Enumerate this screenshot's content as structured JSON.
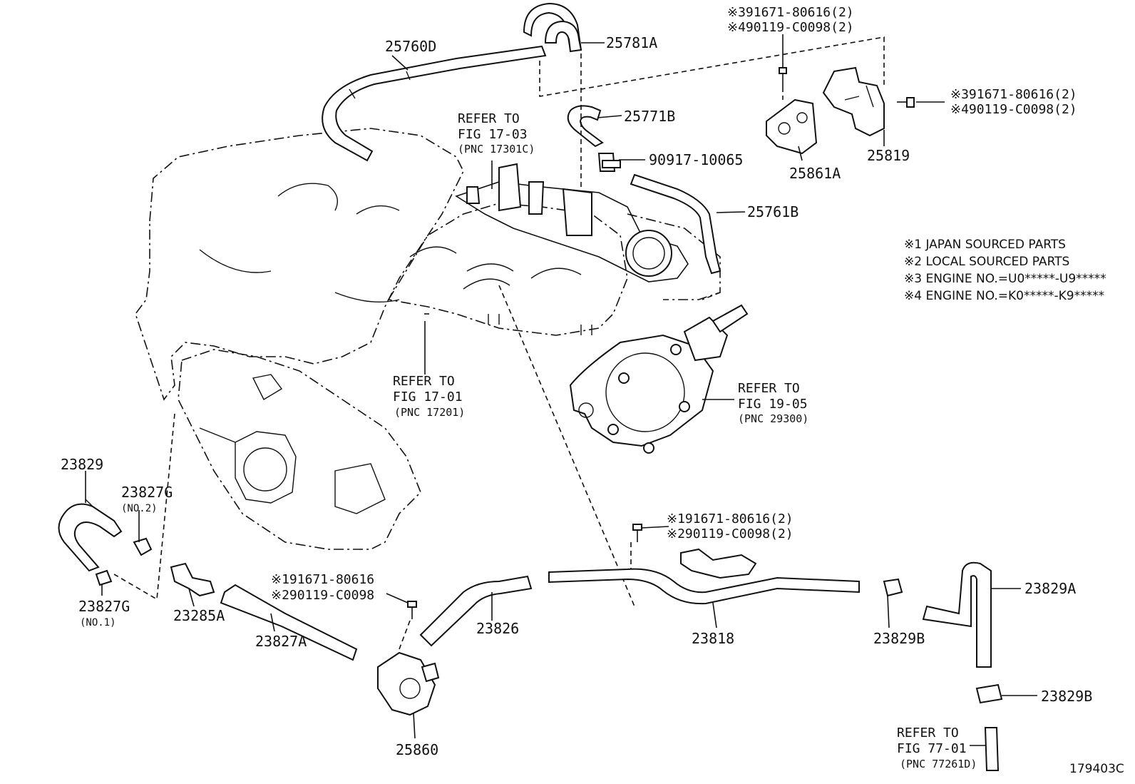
{
  "diagram_id": "179403C",
  "notes": [
    "※1 JAPAN SOURCED PARTS",
    "※2 LOCAL SOURCED PARTS",
    "※3 ENGINE NO.=U0*****-U9*****",
    "※4 ENGINE NO.=K0*****-K9*****"
  ],
  "parts": {
    "p25760D": "25760D",
    "p25781A": "25781A",
    "p25771B": "25771B",
    "p90917": "90917-10065",
    "p25761B": "25761B",
    "p25861A": "25861A",
    "p25819": "25819",
    "p23829": "23829",
    "p23827G_2": "23827G",
    "p23827G_2_sub": "(NO.2)",
    "p23827G_1": "23827G",
    "p23827G_1_sub": "(NO.1)",
    "p23285A": "23285A",
    "p23827A": "23827A",
    "p23826": "23826",
    "p23818": "23818",
    "p23829B_a": "23829B",
    "p23829A": "23829A",
    "p23829B_b": "23829B",
    "p25860": "25860"
  },
  "bolts": {
    "top_a1": "※391671-80616(2)",
    "top_a2": "※490119-C0098(2)",
    "top_b1": "※391671-80616(2)",
    "top_b2": "※490119-C0098(2)",
    "mid_1": "※191671-80616(2)",
    "mid_2": "※290119-C0098(2)",
    "low_1": "※191671-80616",
    "low_2": "※290119-C0098"
  },
  "refs": {
    "r1703_a": "REFER TO",
    "r1703_b": "FIG 17-03",
    "r1703_c": "(PNC 17301C)",
    "r1701_a": "REFER TO",
    "r1701_b": "FIG 17-01",
    "r1701_c": "(PNC 17201)",
    "r1905_a": "REFER TO",
    "r1905_b": "FIG 19-05",
    "r1905_c": "(PNC 29300)",
    "r7701_a": "REFER TO",
    "r7701_b": "FIG 77-01",
    "r7701_c": "(PNC 77261D)"
  }
}
